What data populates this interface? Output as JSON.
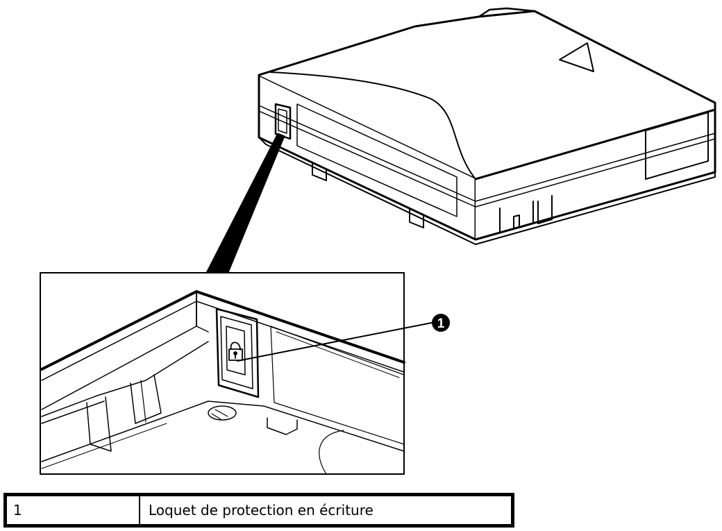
{
  "callout": {
    "number": "1"
  },
  "legend": {
    "rows": [
      {
        "number": "1",
        "description": "Loquet de protection en écriture"
      }
    ]
  },
  "colors": {
    "line": "#000000",
    "background": "#ffffff"
  }
}
